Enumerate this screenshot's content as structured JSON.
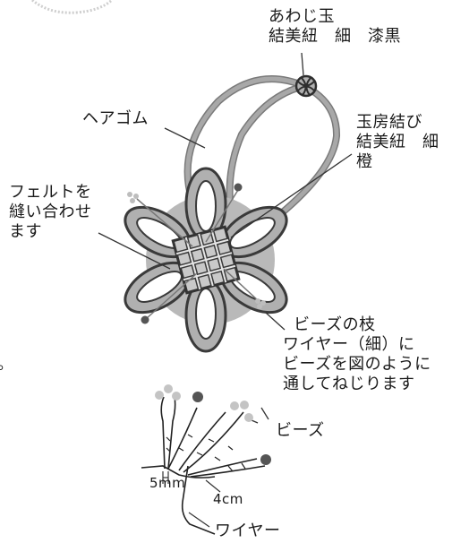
{
  "labels": {
    "awaji": [
      "あわじ玉",
      "結美紐　細　漆黒"
    ],
    "hair_tie": "ヘアゴム",
    "tamafusa": [
      "玉房結び",
      "結美紐　細",
      "橙"
    ],
    "felt": [
      "フェルトを",
      "縫い合わせ",
      "ます"
    ],
    "bead_branch": [
      "ビーズの枝",
      "ワイヤー（細）に",
      "ビーズを図のように",
      "通してねじります"
    ],
    "beads": "ビーズ",
    "five_mm": "5mm",
    "four_cm": "4cm",
    "wire": "ワイヤー",
    "left_mark": "。"
  },
  "colors": {
    "cord_gray": "#999999",
    "felt_gray": "#b7b7b7",
    "dark_gray": "#3b3b3b",
    "bead_light": "#c7c7c7",
    "bead_dark": "#555555"
  }
}
